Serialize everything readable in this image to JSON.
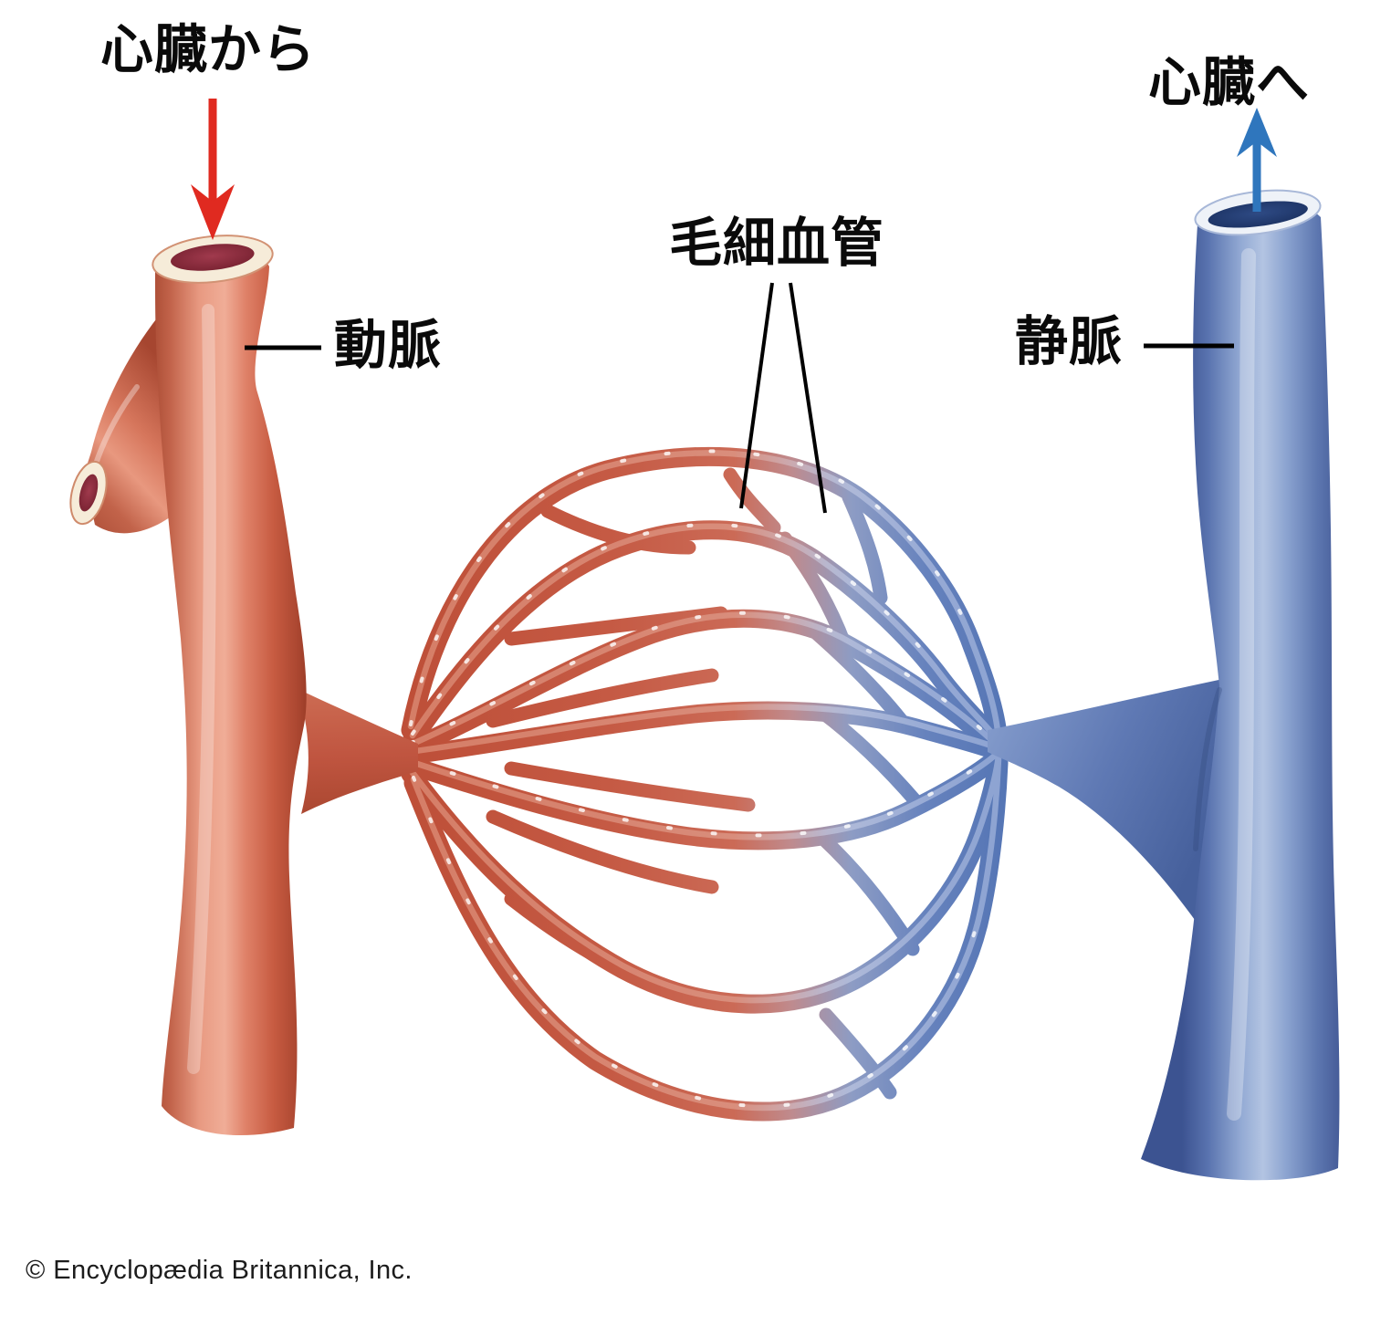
{
  "labels": {
    "from_heart": "心臓から",
    "to_heart": "心臓へ",
    "artery": "動脈",
    "vein": "静脈",
    "capillaries": "毛細血管"
  },
  "credit": "© Encyclopædia Britannica, Inc.",
  "flow": {
    "in_direction": "down",
    "out_direction": "up"
  },
  "colors": {
    "background": "#ffffff",
    "artery_red": "#c65a41",
    "artery_highlight": "#efa58d",
    "artery_shadow": "#8e3420",
    "artery_lumen": "#8c2d3e",
    "vessel_rim_warm": "#f6ecd9",
    "vein_blue": "#5d7ab9",
    "vein_highlight": "#a9bddf",
    "vein_shadow": "#35497f",
    "vein_lumen": "#22396b",
    "vessel_rim_cool": "#eef2f8",
    "capillary_red": "#c04f38",
    "capillary_blue": "#5374b4",
    "flow_in_arrow": "#e02a20",
    "flow_out_arrow": "#2f76bd",
    "leader_line": "#000000",
    "label_text": "#0a0a0a"
  }
}
